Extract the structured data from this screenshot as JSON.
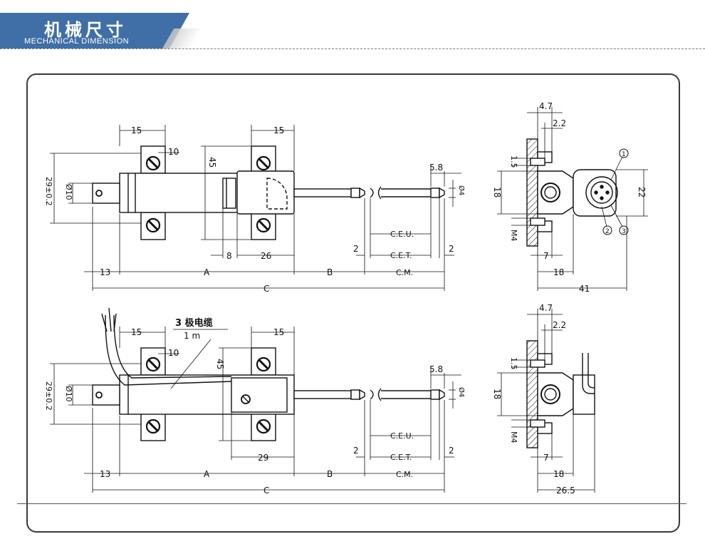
{
  "header": {
    "title": "机械尺寸",
    "subtitle": "MECHANICAL DIMENSION"
  },
  "colors": {
    "header_band": "#3f6fa6",
    "line": "#111111",
    "body_fill": "#ffffff"
  },
  "top_view": {
    "dims": {
      "clamp_width_left": "15",
      "clamp_width_right": "15",
      "clamp_gap": "10",
      "height_45": "45",
      "dia_29": "29±0.2",
      "dia_10": "Ø10",
      "rod_tip": "5.8",
      "rod_dia": "Ø4",
      "d8": "8",
      "d26": "26",
      "ceu": "C.E.U.",
      "cet": "C.E.T.",
      "cm": "C.M.",
      "d2_left": "2",
      "d2_right": "2",
      "d13": "13",
      "a": "A",
      "b": "B",
      "c": "C"
    },
    "side": {
      "d4_7": "4.7",
      "d2_2": "2.2",
      "d1_5": "1.5",
      "d18": "18",
      "d22": "22",
      "m4": "M4",
      "d7": "7",
      "d18b": "18",
      "d41": "41",
      "pin1": "1",
      "pin2": "2",
      "pin3": "3"
    }
  },
  "bottom_view": {
    "cable_label": "3 极电缆",
    "cable_length": "1 m",
    "dims": {
      "clamp_width_left": "15",
      "clamp_width_right": "15",
      "clamp_gap": "10",
      "height_45": "45",
      "dia_29": "29±0.2",
      "dia_10": "Ø10",
      "rod_tip": "5.8",
      "rod_dia": "Ø4",
      "d29": "29",
      "ceu": "C.E.U.",
      "cet": "C.E.T.",
      "cm": "C.M.",
      "d2_left": "2",
      "d2_right": "2",
      "d13": "13",
      "a": "A",
      "b": "B",
      "c": "C"
    },
    "side": {
      "d4_7": "4.7",
      "d2_2": "2.2",
      "d1_5": "1.5",
      "d18": "18",
      "m4": "M4",
      "d7": "7",
      "d18b": "18",
      "d26_5": "26.5"
    }
  }
}
